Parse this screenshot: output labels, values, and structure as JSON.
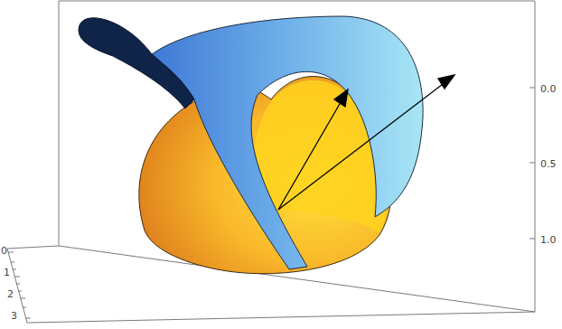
{
  "diagram": {
    "labels": [
      "0.0",
      "0.5",
      "1.0",
      "0",
      "1",
      "2",
      "3"
    ]
  }
}
